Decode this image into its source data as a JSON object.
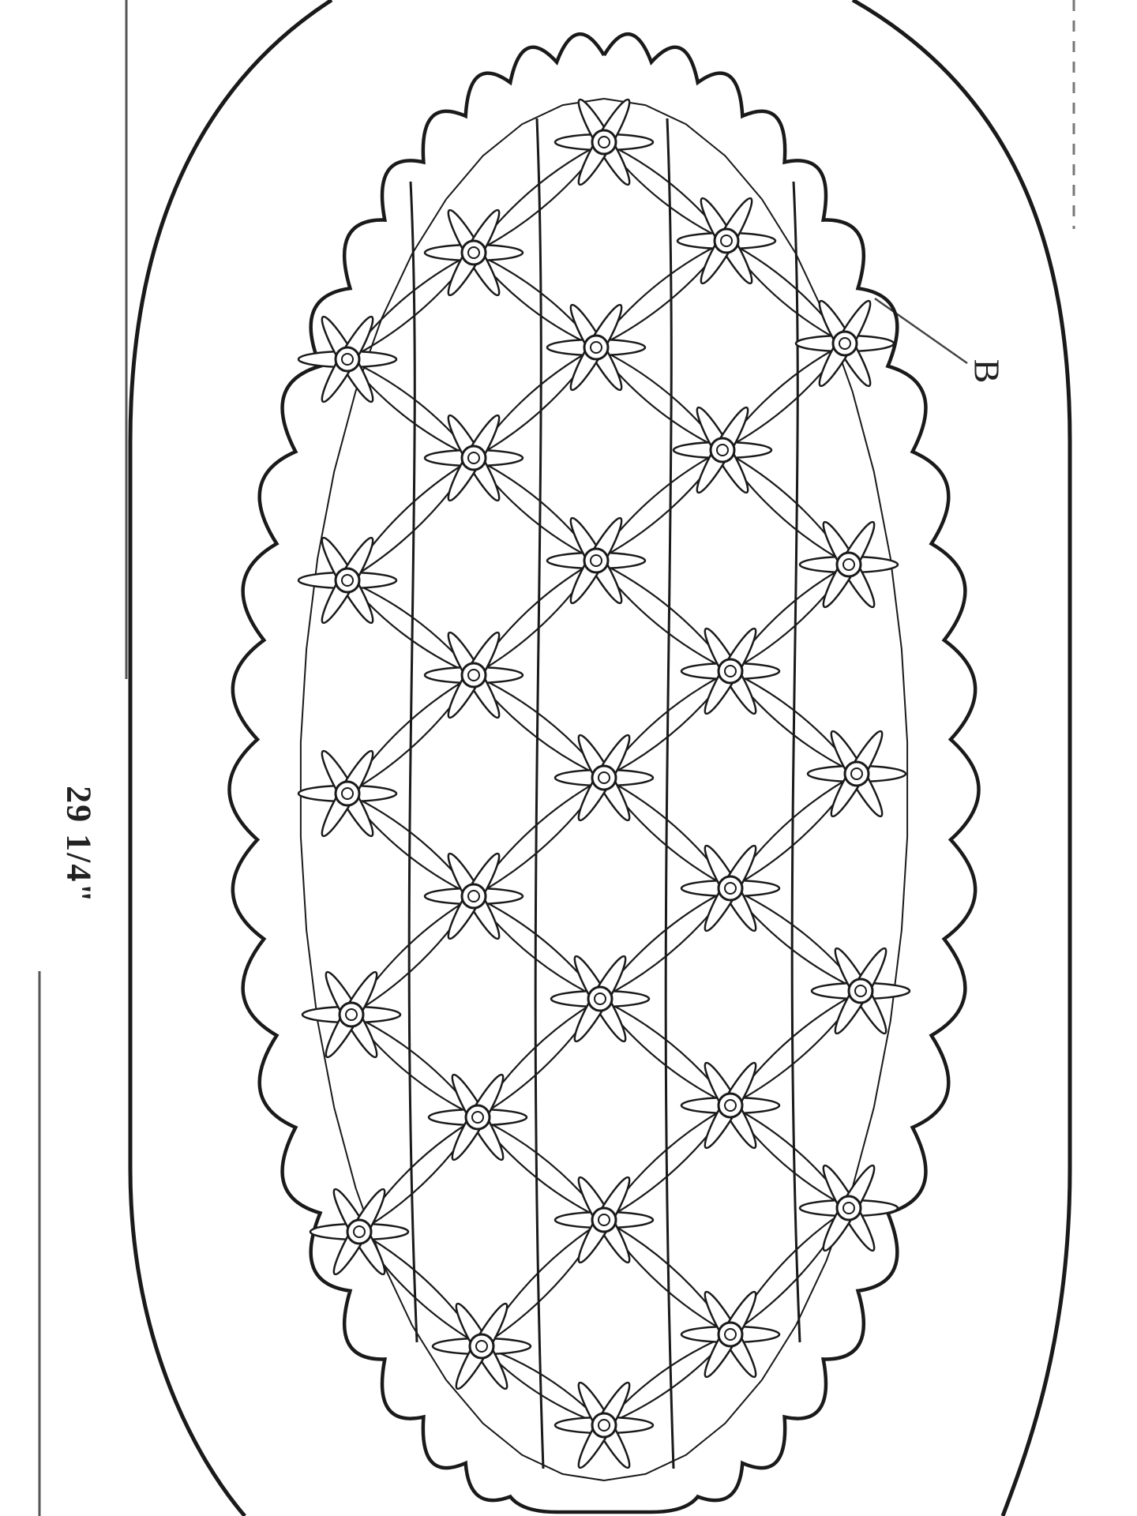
{
  "diagram": {
    "dimension_label": "29 1/4\"",
    "callout_label": "B",
    "colors": {
      "line": "#1a1a1a",
      "background": "#ffffff"
    },
    "icons": [
      "lace-flower-motif",
      "scalloped-border",
      "oval-outline"
    ]
  }
}
